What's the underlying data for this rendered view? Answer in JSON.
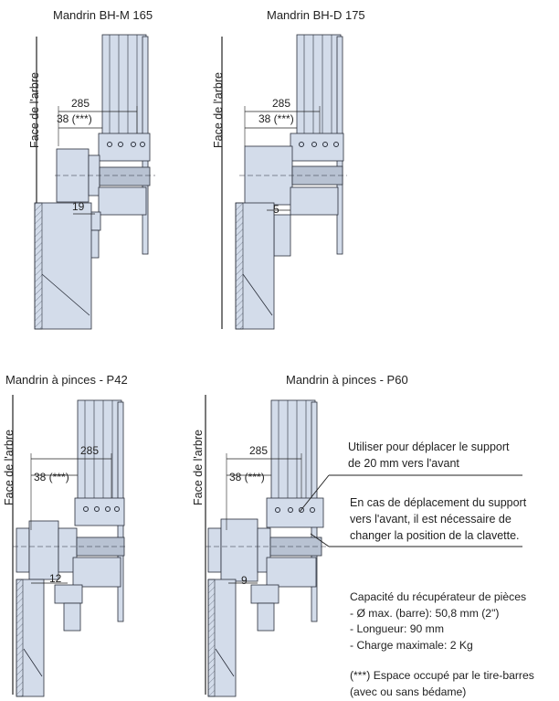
{
  "panels": [
    {
      "title": "Mandrin BH-M 165",
      "side_label": "Face de l'arbre",
      "dim_total": "285",
      "dim_partial": "38 (***)",
      "dim_bottom": "19"
    },
    {
      "title": "Mandrin BH-D 175",
      "side_label": "Face de l'arbre",
      "dim_total": "285",
      "dim_partial": "38 (***)",
      "dim_bottom": "5"
    },
    {
      "title": "Mandrin à pinces - P42",
      "side_label": "Face de l'arbre",
      "dim_total": "285",
      "dim_partial": "38 (***)",
      "dim_bottom": "12"
    },
    {
      "title": "Mandrin à pinces - P60",
      "side_label": "Face de l'arbre",
      "dim_total": "285",
      "dim_partial": "38 (***)",
      "dim_bottom": "9"
    }
  ],
  "notes": {
    "move_support_1": "Utiliser pour déplacer le support",
    "move_support_2": "de 20 mm vers l'avant",
    "key_change_1": "En cas de déplacement du support",
    "key_change_2": "vers l'avant, il est nécessaire de",
    "key_change_3": "changer la position de la clavette.",
    "capacity_title": "Capacité du récupérateur de pièces",
    "capacity_diameter": "- Ø max. (barre): 50,8 mm (2\")",
    "capacity_length": "- Longueur: 90 mm",
    "capacity_load": "- Charge maximale: 2 Kg",
    "footnote_1": "(***) Espace occupé par le tire-barres",
    "footnote_2": "(avec ou sans bédame)"
  },
  "colors": {
    "part_fill": "#d3dcea",
    "part_stroke": "#2a2f3a",
    "line": "#222222"
  }
}
